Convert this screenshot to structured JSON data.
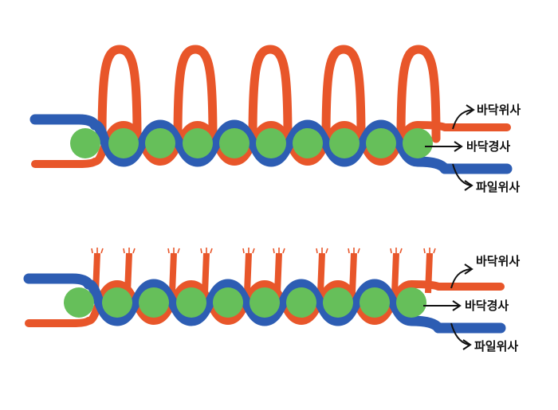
{
  "colors": {
    "ground_weft": "#2d5db3",
    "pile_weft": "#e8562a",
    "ground_warp": "#66bf5a",
    "arrow": "#111111"
  },
  "diagrams": [
    {
      "pile_style": "loop",
      "labels": {
        "top": "바닥위사",
        "middle": "바닥경사",
        "bottom": "파일위사"
      }
    },
    {
      "pile_style": "cut",
      "labels": {
        "top": "바닥위사",
        "middle": "바닥경사",
        "bottom": "파일위사"
      }
    }
  ]
}
